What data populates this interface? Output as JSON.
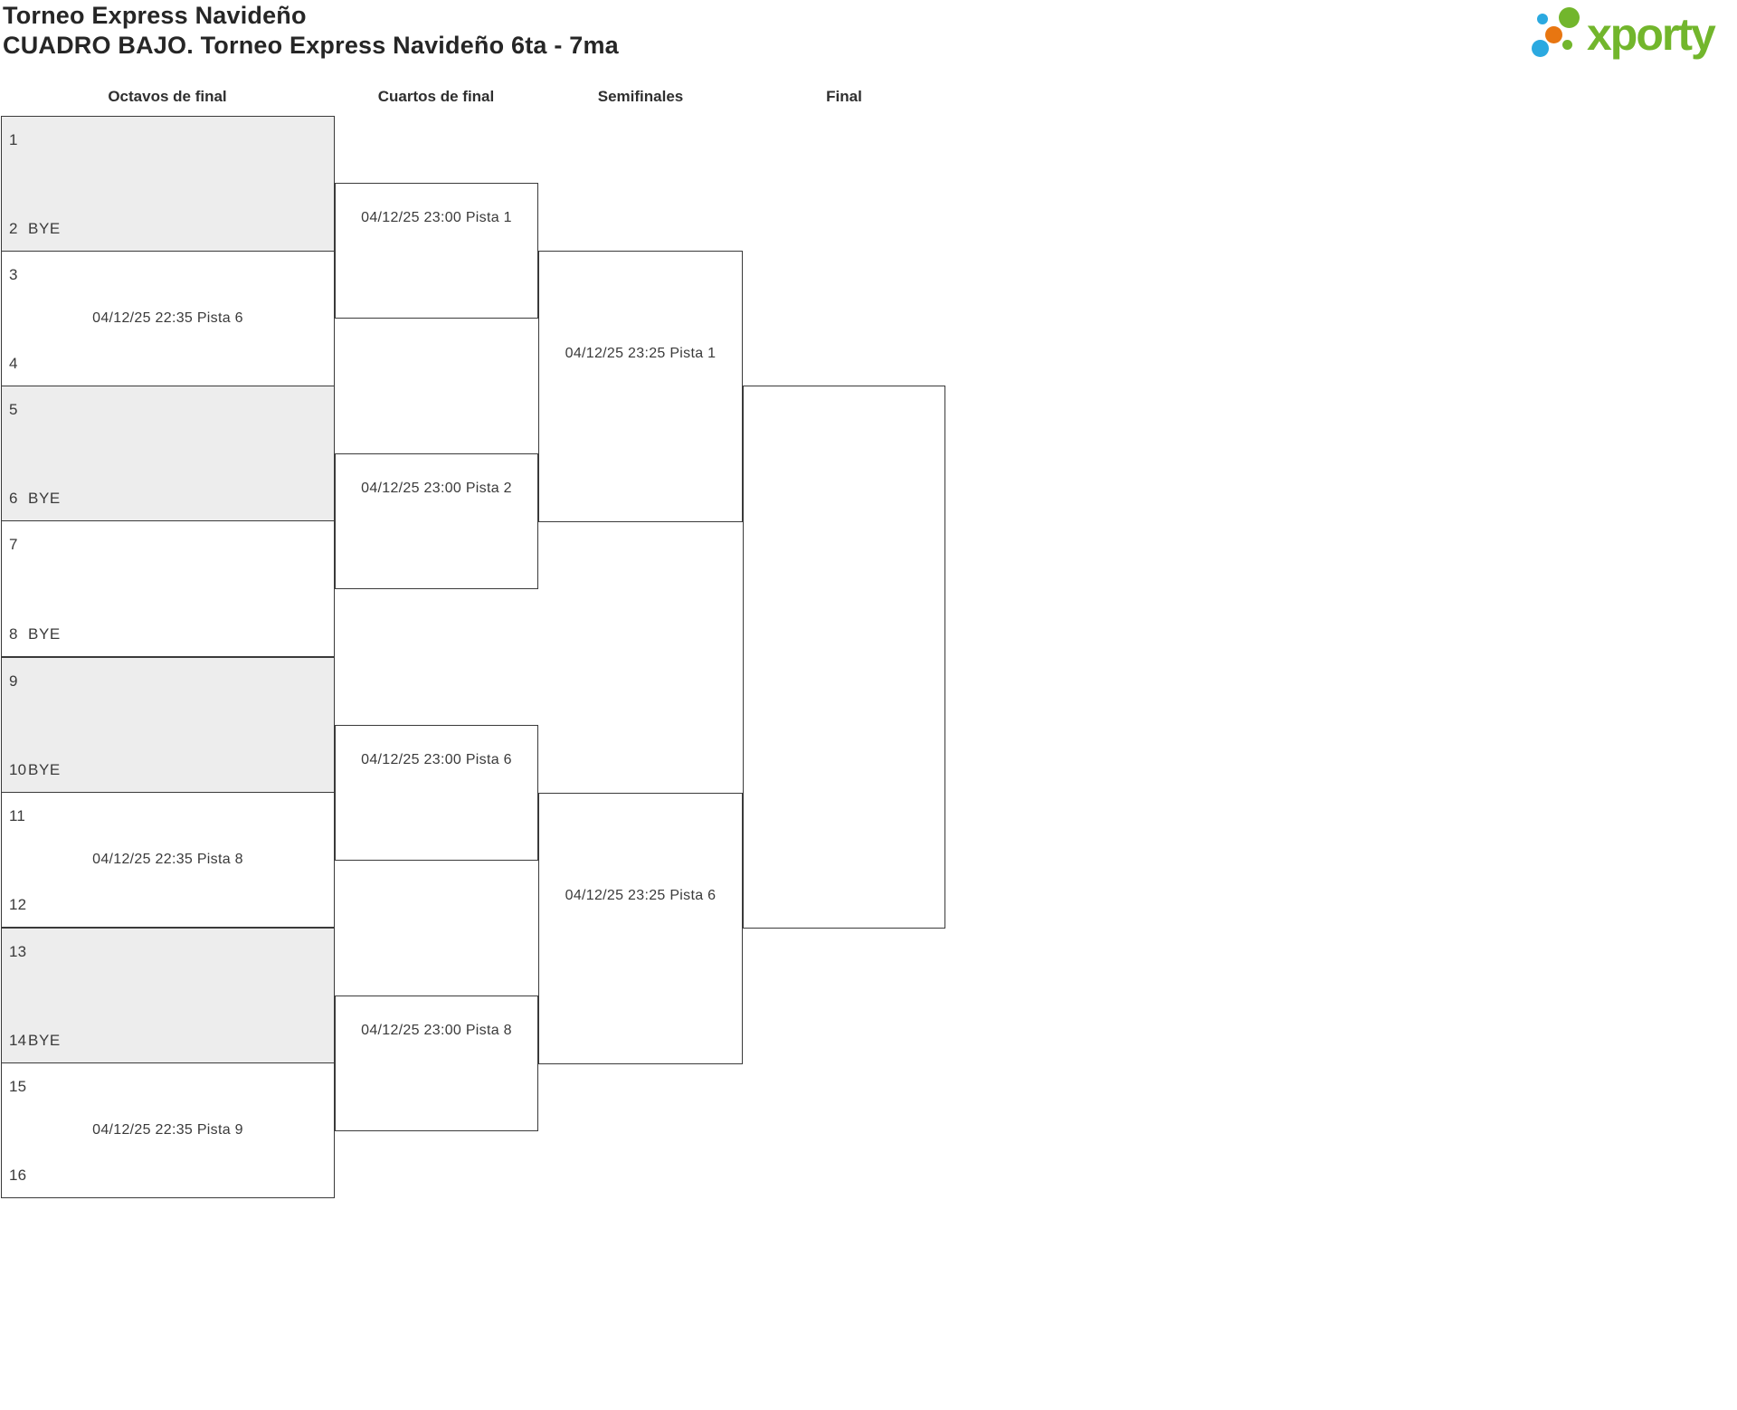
{
  "page": {
    "title_line1": "Torneo Express Navideño",
    "title_line2": "CUADRO BAJO. Torneo Express Navideño 6ta - 7ma"
  },
  "logo": {
    "text": "xporty",
    "colors": {
      "green": "#72b62c",
      "blue": "#2ba9e0",
      "orange": "#e87611"
    }
  },
  "round_titles": [
    "Octavos de final",
    "Cuartos de final",
    "Semifinales",
    "Final"
  ],
  "round_of_16": [
    {
      "top_seed": "1",
      "top_name": "",
      "bottom_seed": "2",
      "bottom_name": "BYE",
      "time": ""
    },
    {
      "top_seed": "3",
      "top_name": "",
      "bottom_seed": "4",
      "bottom_name": "",
      "time": "04/12/25 22:35 Pista 6"
    },
    {
      "top_seed": "5",
      "top_name": "",
      "bottom_seed": "6",
      "bottom_name": "BYE",
      "time": ""
    },
    {
      "top_seed": "7",
      "top_name": "",
      "bottom_seed": "8",
      "bottom_name": "BYE",
      "time": ""
    },
    {
      "top_seed": "9",
      "top_name": "",
      "bottom_seed": "10",
      "bottom_name": "BYE",
      "time": ""
    },
    {
      "top_seed": "11",
      "top_name": "",
      "bottom_seed": "12",
      "bottom_name": "",
      "time": "04/12/25 22:35 Pista 8"
    },
    {
      "top_seed": "13",
      "top_name": "",
      "bottom_seed": "14",
      "bottom_name": "BYE",
      "time": ""
    },
    {
      "top_seed": "15",
      "top_name": "",
      "bottom_seed": "16",
      "bottom_name": "",
      "time": "04/12/25 22:35 Pista 9"
    }
  ],
  "quarterfinals": [
    {
      "time": "04/12/25 23:00 Pista 1"
    },
    {
      "time": "04/12/25 23:00 Pista 2"
    },
    {
      "time": "04/12/25 23:00 Pista 6"
    },
    {
      "time": "04/12/25 23:00 Pista 8"
    }
  ],
  "semifinals": [
    {
      "time": "04/12/25 23:25 Pista 1"
    },
    {
      "time": "04/12/25 23:25 Pista 6"
    }
  ],
  "final": {
    "time": ""
  },
  "colors": {
    "border": "#3a3a3a",
    "shaded_box": "#ededed",
    "text": "#3a3a3a"
  }
}
